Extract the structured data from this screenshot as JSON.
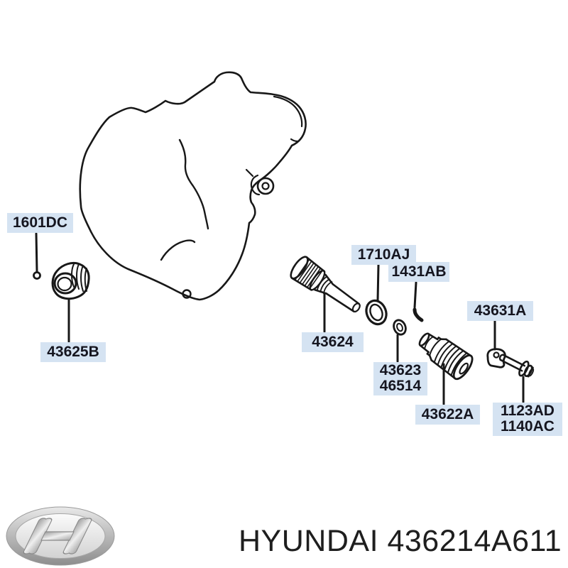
{
  "title": "Hyundai parts diagram - speedometer driven gear",
  "part_labels": {
    "l_1601dc": "1601DC",
    "l_43625b": "43625B",
    "l_1710aj": "1710AJ",
    "l_1431ab": "1431AB",
    "l_43624": "43624",
    "l_43623": "43623",
    "l_46514": "46514",
    "l_43631a": "43631A",
    "l_43622a": "43622A",
    "l_1123ad": "1123AD",
    "l_1140ac": "1140AC"
  },
  "footer": {
    "caption": "HYUNDAI 436214A611",
    "brand_icon": "hyundai-logo"
  },
  "colors": {
    "label_bg": "#d5e3f2",
    "label_text": "#15151f",
    "line": "#181818",
    "caption_text": "#1e1e1e"
  }
}
